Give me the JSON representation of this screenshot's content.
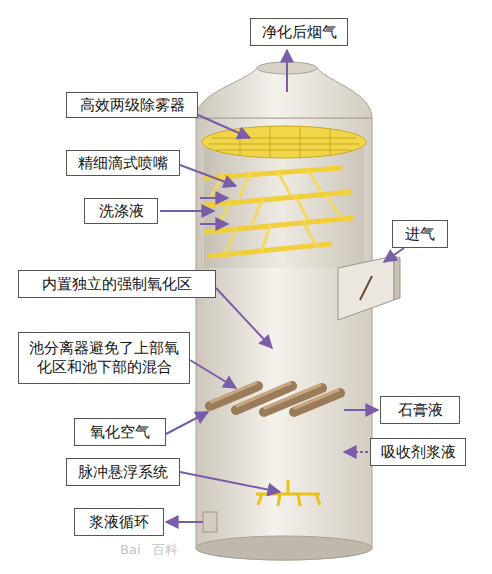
{
  "diagram": {
    "nodes": [
      {
        "text": [
          "净化后烟气"
        ]
      },
      {
        "text": [
          "高效两级除雾器"
        ]
      },
      {
        "text": [
          "精细滴式喷嘴"
        ]
      },
      {
        "text": [
          "洗涤液"
        ]
      },
      {
        "text": [
          "进气"
        ]
      },
      {
        "text": [
          "内置独立的强制氧化区"
        ]
      },
      {
        "text": [
          "池分离器避免了上部氧化区和池下部的混合"
        ]
      },
      {
        "text": [
          "石膏液"
        ]
      },
      {
        "text": [
          "氧化空气"
        ]
      },
      {
        "text": [
          "吸收剂浆液"
        ]
      },
      {
        "text": [
          "脉冲悬浮系统"
        ]
      },
      {
        "text": [
          "浆液循环"
        ]
      }
    ],
    "labels": [
      "Bai",
      "百科"
    ]
  }
}
